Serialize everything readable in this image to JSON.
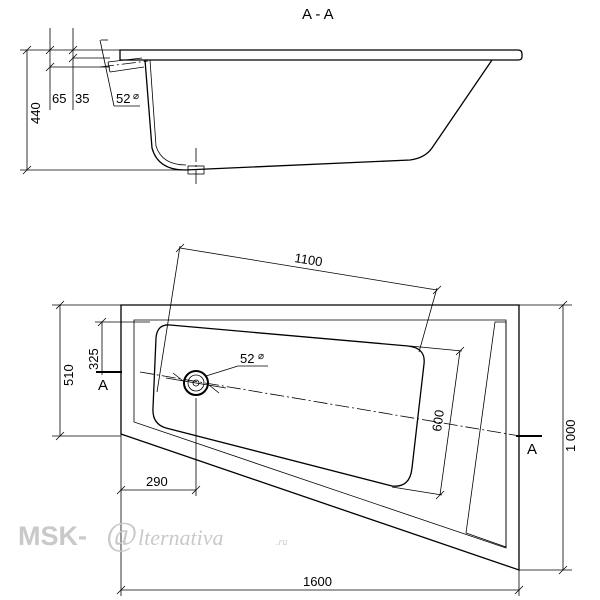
{
  "section_label": "A - A",
  "side_view": {
    "dim_height": "440",
    "dim_offset_1": "65",
    "dim_offset_2": "35",
    "drain_dia": "52",
    "dia_symbol": "⌀"
  },
  "plan_view": {
    "dim_length_inner": "1100",
    "dim_width_inner": "600",
    "dim_total_length": "1600",
    "dim_total_width": "1 000",
    "dim_left_height": "510",
    "dim_drain_offset_y": "325",
    "dim_drain_offset_x": "290",
    "drain_dia": "52",
    "dia_symbol": "⌀",
    "section_mark": "A"
  },
  "watermark": {
    "prefix": "MSK-",
    "at": "@",
    "suffix": "lternativa",
    "tld": ".ru"
  }
}
